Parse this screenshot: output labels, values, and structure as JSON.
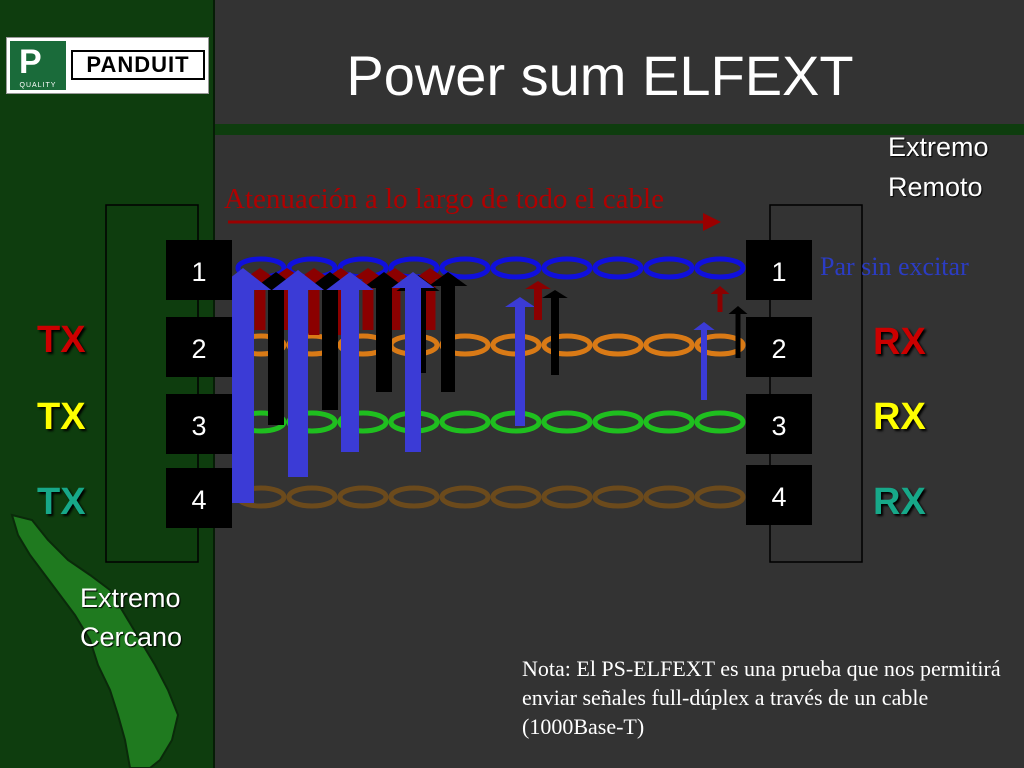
{
  "logo": {
    "symbol": "P",
    "quality": "QUALITY",
    "brand": "PANDUIT"
  },
  "title": "Power sum ELFEXT",
  "labels": {
    "far_end": [
      "Extremo",
      "Remoto"
    ],
    "near_end": [
      "Extremo",
      "Cercano"
    ],
    "attenuation": "Atenuación a lo largo de todo el cable",
    "unexcited_pair": "Par sin excitar"
  },
  "tx": [
    {
      "label": "TX",
      "color": "#cc0000"
    },
    {
      "label": "TX",
      "color": "#ffff00"
    },
    {
      "label": "TX",
      "color": "#17a889"
    }
  ],
  "rx": [
    {
      "label": "RX",
      "color": "#cc0000"
    },
    {
      "label": "RX",
      "color": "#ffff00"
    },
    {
      "label": "RX",
      "color": "#17a889"
    }
  ],
  "pair_numbers": [
    "1",
    "2",
    "3",
    "4"
  ],
  "pair_colors": [
    "#1010dd",
    "#d97a16",
    "#1fbf1f",
    "#6b4a1c"
  ],
  "note": "Nota: El PS-ELFEXT es una prueba que nos permitirá enviar señales full-dúplex a través de un cable (1000Base-T)"
}
